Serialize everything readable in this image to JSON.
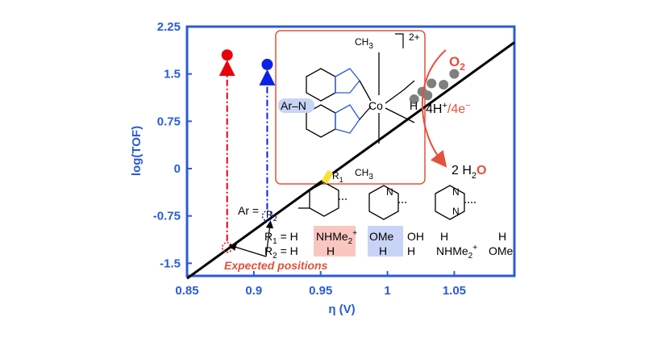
{
  "colors": {
    "axis_blue": "#2b5bd7",
    "red_marker": "#e8000b",
    "blue_marker": "#0a22e6",
    "fit_line": "#000000",
    "data_gray": "#7f7f7f",
    "box_red": "#e4513a",
    "hl_blue": "#c8d4f5",
    "hl_red": "#f9c6c0",
    "hl_yellow": "#f5e13a"
  },
  "chart_data": {
    "type": "scatter",
    "xlabel": "η (V)",
    "ylabel": "log(TOF)",
    "xlim": [
      0.85,
      1.095
    ],
    "ylim": [
      -1.7,
      2.25
    ],
    "xticks": [
      "0.85",
      "0.9",
      "0.95",
      "1",
      "1.05"
    ],
    "yticks": [
      "-1.5",
      "-0.75",
      "0",
      "0.75",
      "1.5",
      "2.25"
    ],
    "grid": false,
    "fit_line": {
      "x": [
        0.85,
        1.095
      ],
      "y": [
        -1.74,
        2.0
      ]
    },
    "gray_points": {
      "x": [
        1.02,
        1.026,
        1.03,
        1.033,
        1.042,
        1.05
      ],
      "y": [
        1.1,
        1.22,
        1.16,
        1.35,
        1.33,
        1.5
      ]
    },
    "red_point": {
      "x": 0.88,
      "y": 1.8
    },
    "blue_point": {
      "x": 0.91,
      "y": 1.65
    },
    "expected_red": {
      "x": 0.88,
      "y": -1.25
    },
    "expected_blue": {
      "x": 0.91,
      "y": -0.75
    }
  },
  "labels": {
    "o2": "O",
    "o2_sub": "2",
    "proton": "4H",
    "proton_sup": "+",
    "electrons": "/4e",
    "electrons_sup": "−",
    "water_pre": "2 H",
    "water_sub": "2",
    "water_o": "O",
    "complex_charge": "2+",
    "ch3_top": "CH",
    "ch3_top_sub": "3",
    "ch3_bottom": "CH",
    "ch3_bottom_sub": "3",
    "co": "Co",
    "ar_n": "Ar–N",
    "h_bridge": "H",
    "r1": "R",
    "r1_sub": "1",
    "r2": "R",
    "r2_sub": "2",
    "ar_eq": "Ar =",
    "row1": [
      "R",
      "1",
      " = H",
      "NHMe",
      "2",
      "+",
      "OMe",
      "OH",
      "H",
      "H"
    ],
    "row2": [
      "R",
      "2",
      " = H",
      "H",
      "H",
      "H",
      "NHMe",
      "2",
      "+",
      "OMe"
    ],
    "expected_positions": "Expected positions"
  }
}
